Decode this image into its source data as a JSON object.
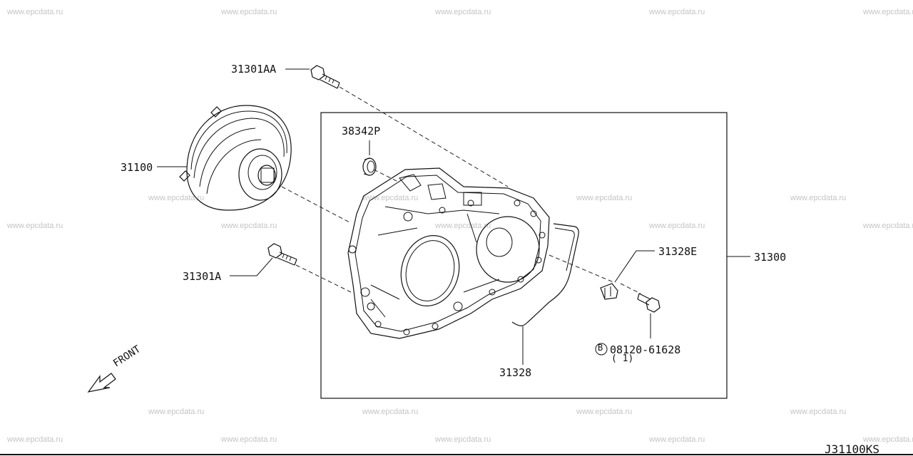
{
  "watermark": "www.epcdata.ru",
  "diagram_code": "J31100KS",
  "front_label": "FRONT",
  "parts": {
    "bolt_31301aa": "31301AA",
    "seal_38342p": "38342P",
    "converter_31100": "31100",
    "bolt_31301a": "31301A",
    "case_31300": "31300",
    "clip_31328e": "31328E",
    "bolt_code": "08120-61628",
    "bolt_qty": "( 1)",
    "bolt_prefix": "B",
    "tube_31328": "31328"
  }
}
